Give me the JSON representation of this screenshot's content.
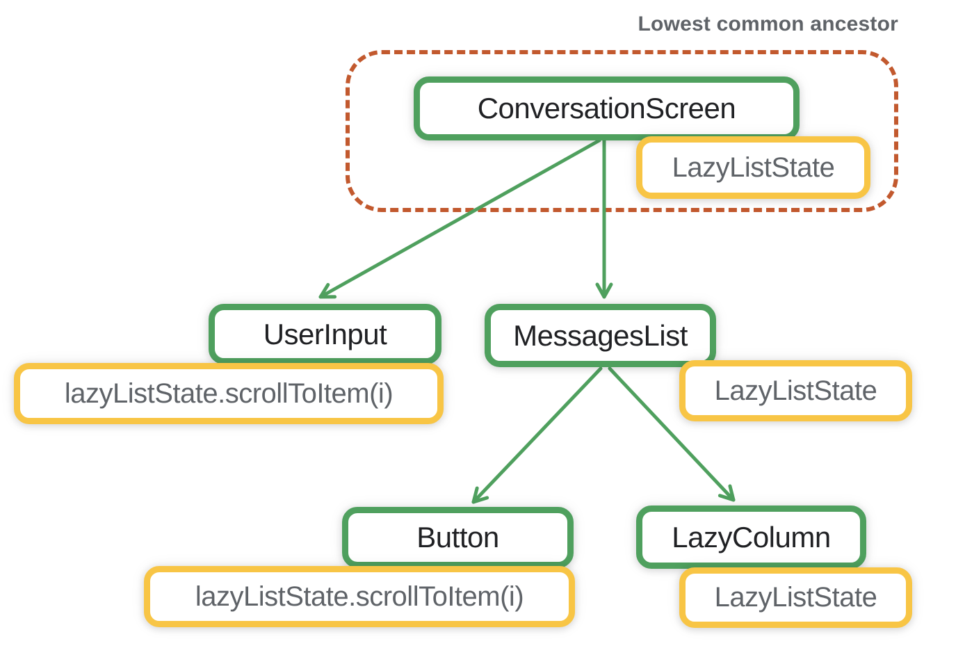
{
  "annotation": "Lowest common ancestor",
  "colors": {
    "component_border": "#4fa05e",
    "state_border": "#f8c545",
    "ancestor_outline": "#c2592e",
    "annotation_text": "#5f6368",
    "component_text": "#202124",
    "state_text": "#5f6368",
    "arrow": "#4fa05e"
  },
  "nodes": {
    "conversation_screen": {
      "label": "ConversationScreen",
      "type": "component"
    },
    "conversation_screen_state": {
      "label": "LazyListState",
      "type": "state"
    },
    "user_input": {
      "label": "UserInput",
      "type": "component"
    },
    "user_input_call": {
      "label": "lazyListState.scrollToItem(i)",
      "type": "state"
    },
    "messages_list": {
      "label": "MessagesList",
      "type": "component"
    },
    "messages_list_state": {
      "label": "LazyListState",
      "type": "state"
    },
    "button": {
      "label": "Button",
      "type": "component"
    },
    "button_call": {
      "label": "lazyListState.scrollToItem(i)",
      "type": "state"
    },
    "lazy_column": {
      "label": "LazyColumn",
      "type": "component"
    },
    "lazy_column_state": {
      "label": "LazyListState",
      "type": "state"
    }
  },
  "edges": [
    {
      "from": "ConversationScreen",
      "to": "UserInput"
    },
    {
      "from": "ConversationScreen",
      "to": "MessagesList"
    },
    {
      "from": "MessagesList",
      "to": "Button"
    },
    {
      "from": "MessagesList",
      "to": "LazyColumn"
    }
  ]
}
